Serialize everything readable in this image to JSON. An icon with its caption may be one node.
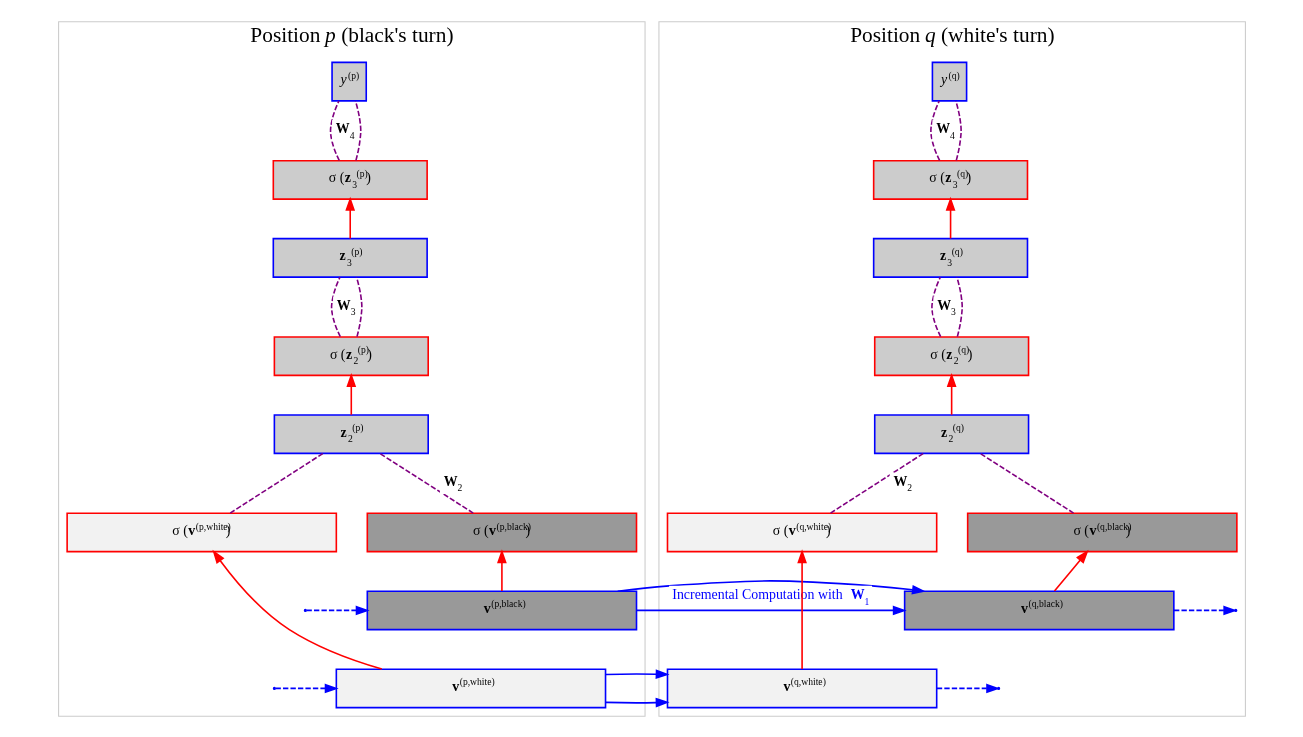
{
  "diagram": {
    "nodes": [
      {
        "text": [
          "Position *p* (black's turn)"
        ]
      },
      {
        "text": [
          "*y*$^{(p)}$"
        ],
        "in": 0
      },
      {
        "text": [
          "σ (**z**$_{3}$$^{(p)}$)"
        ],
        "in": 0
      },
      {
        "text": [
          "**z**$_{3}$$^{(p)}$"
        ],
        "in": 0
      },
      {
        "text": [
          "σ (**z**$_{2}$$^{(p)}$)"
        ],
        "in": 0
      },
      {
        "text": [
          "**z**$_{2}$$^{(p)}$"
        ],
        "in": 0
      },
      {
        "text": [
          "σ (**v**$^{(p,black)}$)"
        ],
        "in": 0
      },
      {
        "text": [
          "σ (**v**$^{(p,white)}$)"
        ],
        "in": 0
      },
      {
        "text": [
          "**v**$^{(p,black)}$"
        ],
        "in": 0
      },
      {
        "text": [
          "**v**$^{(p,white)}$"
        ],
        "in": 0
      },
      {
        "text": [
          "Position *q* (white's turn)"
        ]
      },
      {
        "text": [
          "*y*$^{(q)}$"
        ],
        "in": 10
      },
      {
        "text": [
          "σ (**z**$_{3}$$^{(q)}$)"
        ],
        "in": 10
      },
      {
        "text": [
          "**z**$_{3}$$^{(q)}$"
        ],
        "in": 10
      },
      {
        "text": [
          "σ (**z**$_{2}$$^{(q)}$)"
        ],
        "in": 10
      },
      {
        "text": [
          "**z**$_{2}$$^{(q)}$"
        ],
        "in": 10
      },
      {
        "text": [
          "σ (**v**$^{(q,white)}$)"
        ],
        "in": 10
      },
      {
        "text": [
          "σ (**v**$^{(q,black)}$)"
        ],
        "in": 10
      },
      {
        "text": [
          "**v**$^{(q,black)}$"
        ],
        "in": 10
      },
      {
        "text": [
          "**v**$^{(q,white)}$"
        ],
        "in": 10
      }
    ],
    "edges": [
      {
        "from": 2,
        "to": 1,
        "arrow": "none",
        "style": "dashed",
        "label": "**W**$_{4}$"
      },
      {
        "from": 2,
        "to": 1,
        "arrow": "none",
        "style": "dashed"
      },
      {
        "from": 3,
        "to": 2,
        "arrow": "to",
        "color": "#ff0000"
      },
      {
        "from": 4,
        "to": 3,
        "arrow": "none",
        "style": "dashed",
        "label": "**W**$_{3}$"
      },
      {
        "from": 4,
        "to": 3,
        "arrow": "none",
        "style": "dashed"
      },
      {
        "from": 5,
        "to": 4,
        "arrow": "to",
        "color": "#ff0000"
      },
      {
        "from": 6,
        "to": 5,
        "arrow": "none",
        "style": "dashed",
        "label": "**W**$_{2}$"
      },
      {
        "from": 7,
        "to": 5,
        "arrow": "none",
        "style": "dashed"
      },
      {
        "from": 8,
        "to": 6,
        "arrow": "to",
        "color": "#ff0000"
      },
      {
        "from": 9,
        "to": 7,
        "arrow": "to",
        "color": "#ff0000"
      },
      {
        "from": 12,
        "to": 11,
        "arrow": "none",
        "style": "dashed",
        "label": "**W**$_{4}$"
      },
      {
        "from": 12,
        "to": 11,
        "arrow": "none",
        "style": "dashed"
      },
      {
        "from": 13,
        "to": 12,
        "arrow": "to",
        "color": "#ff0000"
      },
      {
        "from": 14,
        "to": 13,
        "arrow": "none",
        "style": "dashed",
        "label": "**W**$_{3}$"
      },
      {
        "from": 14,
        "to": 13,
        "arrow": "none",
        "style": "dashed"
      },
      {
        "from": 15,
        "to": 14,
        "arrow": "to",
        "color": "#ff0000"
      },
      {
        "from": 16,
        "to": 15,
        "arrow": "none",
        "style": "dashed",
        "label": "**W**$_{2}$"
      },
      {
        "from": 17,
        "to": 15,
        "arrow": "none",
        "style": "dashed"
      },
      {
        "from": 19,
        "to": 16,
        "arrow": "to",
        "color": "#ff0000"
      },
      {
        "from": 18,
        "to": 17,
        "arrow": "to",
        "color": "#ff0000"
      },
      {
        "from": null,
        "to": 8,
        "arrow": "to",
        "style": "dashed",
        "color": "#0000ff"
      },
      {
        "from": null,
        "to": 9,
        "arrow": "to",
        "style": "dashed",
        "color": "#0000ff"
      },
      {
        "from": 8,
        "to": 18,
        "arrow": "to",
        "color": "#0000ff",
        "label": "Incremental Computation with **W**$_{1}$"
      },
      {
        "from": 9,
        "to": 19,
        "arrow": "to",
        "color": "#0000ff"
      },
      {
        "from": 18,
        "to": null,
        "arrow": "to",
        "style": "dashed",
        "color": "#0000ff"
      },
      {
        "from": 19,
        "to": null,
        "arrow": "to",
        "style": "dashed",
        "color": "#0000ff"
      }
    ]
  }
}
